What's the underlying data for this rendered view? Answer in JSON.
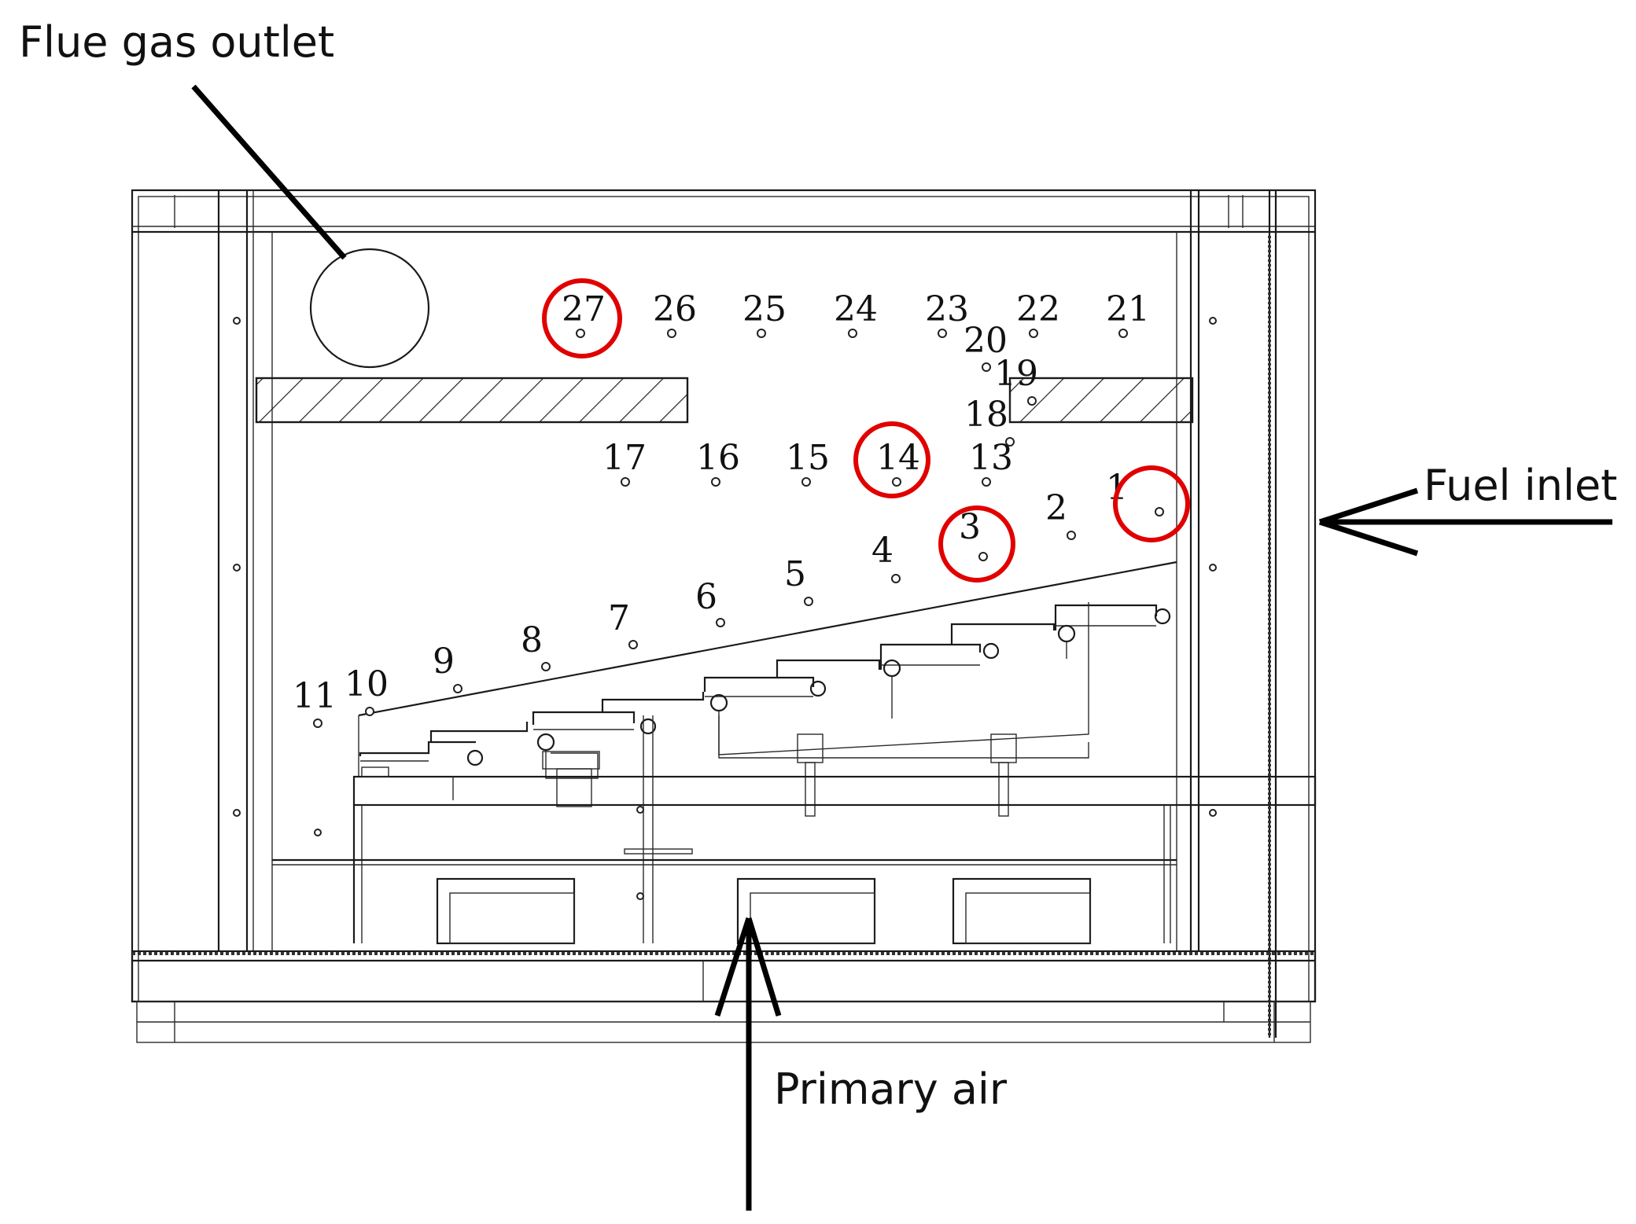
{
  "labels": {
    "flue_gas_outlet": "Flue gas outlet",
    "fuel_inlet": "Fuel inlet",
    "primary_air": "Primary air"
  },
  "points": [
    {
      "id": "1",
      "highlighted": true
    },
    {
      "id": "2",
      "highlighted": false
    },
    {
      "id": "3",
      "highlighted": true
    },
    {
      "id": "4",
      "highlighted": false
    },
    {
      "id": "5",
      "highlighted": false
    },
    {
      "id": "6",
      "highlighted": false
    },
    {
      "id": "7",
      "highlighted": false
    },
    {
      "id": "8",
      "highlighted": false
    },
    {
      "id": "9",
      "highlighted": false
    },
    {
      "id": "10",
      "highlighted": false
    },
    {
      "id": "11",
      "highlighted": false
    },
    {
      "id": "13",
      "highlighted": false
    },
    {
      "id": "14",
      "highlighted": true
    },
    {
      "id": "15",
      "highlighted": false
    },
    {
      "id": "16",
      "highlighted": false
    },
    {
      "id": "17",
      "highlighted": false
    },
    {
      "id": "18",
      "highlighted": false
    },
    {
      "id": "19",
      "highlighted": false
    },
    {
      "id": "20",
      "highlighted": false
    },
    {
      "id": "21",
      "highlighted": false
    },
    {
      "id": "22",
      "highlighted": false
    },
    {
      "id": "23",
      "highlighted": false
    },
    {
      "id": "24",
      "highlighted": false
    },
    {
      "id": "25",
      "highlighted": false
    },
    {
      "id": "26",
      "highlighted": false
    },
    {
      "id": "27",
      "highlighted": true
    }
  ],
  "colors": {
    "line": "#1a1a1a",
    "highlight": "#e00000",
    "background": "#ffffff"
  }
}
